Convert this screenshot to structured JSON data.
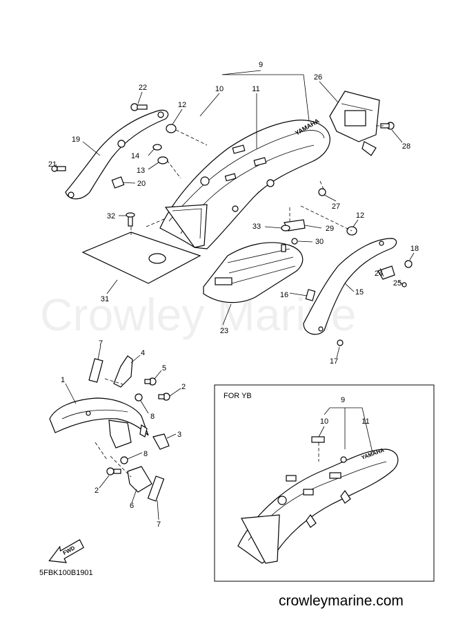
{
  "watermark": "Crowley Marine",
  "diagram_code": "5FBK100B1901",
  "website": "crowleymarine.com",
  "inset_title": "FOR YB",
  "fwd_label": "FWD",
  "callouts": {
    "c9": "9",
    "c10": "10",
    "c11": "11",
    "c12a": "12",
    "c12b": "12",
    "c13": "13",
    "c14": "14",
    "c15": "15",
    "c16": "16",
    "c17": "17",
    "c18": "18",
    "c19": "19",
    "c20": "20",
    "c21": "21",
    "c22": "22",
    "c23": "23",
    "c24": "24",
    "c25": "25",
    "c26": "26",
    "c27": "27",
    "c28": "28",
    "c29": "29",
    "c30": "30",
    "c31": "31",
    "c32": "32",
    "c33": "33",
    "f1": "1",
    "f2a": "2",
    "f2b": "2",
    "f3": "3",
    "f4": "4",
    "f5": "5",
    "f6": "6",
    "f7a": "7",
    "f7b": "7",
    "f8a": "8",
    "f8b": "8",
    "i9": "9",
    "i10": "10",
    "i11": "11"
  }
}
